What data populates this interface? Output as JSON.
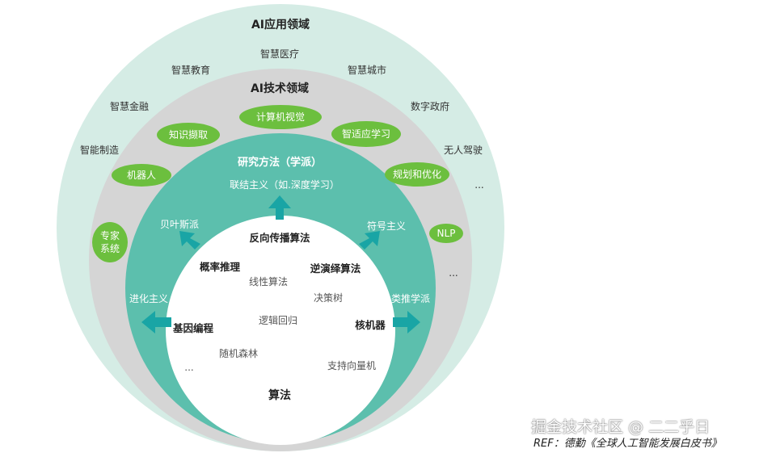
{
  "colors": {
    "outer_ring": "#d5ece5",
    "middle_ring": "#d5d5d5",
    "teal_ring": "#5cbfad",
    "core": "#ffffff",
    "pill_green": "#6cbf3e",
    "arrow_teal": "#19a5a5"
  },
  "applications": {
    "title": "AI应用领域",
    "items": [
      "智慧医疗",
      "智慧教育",
      "智慧城市",
      "智慧金融",
      "数字政府",
      "智能制造",
      "无人驾驶",
      "..."
    ]
  },
  "technology": {
    "title": "AI技术领域",
    "items": [
      "计算机视觉",
      "知识撷取",
      "智适应学习",
      "机器人",
      "规划和优化",
      "专家",
      "系统",
      "NLP",
      "..."
    ]
  },
  "schools": {
    "title": "研究方法（学派）",
    "items": [
      "联结主义（如.深度学习）",
      "贝叶斯派",
      "符号主义",
      "进化主义",
      "类推学派"
    ]
  },
  "algorithms": {
    "title": "算法",
    "items": [
      "反向传播算法",
      "概率推理",
      "逆演绎算法",
      "线性算法",
      "决策树",
      "基因编程",
      "逻辑回归",
      "核机器",
      "随机森林",
      "支持向量机",
      "..."
    ]
  },
  "footer": {
    "watermark": "掘金技术社区 @ 二二乎日",
    "ref": "REF：德勤《全球人工智能发展白皮书》"
  }
}
